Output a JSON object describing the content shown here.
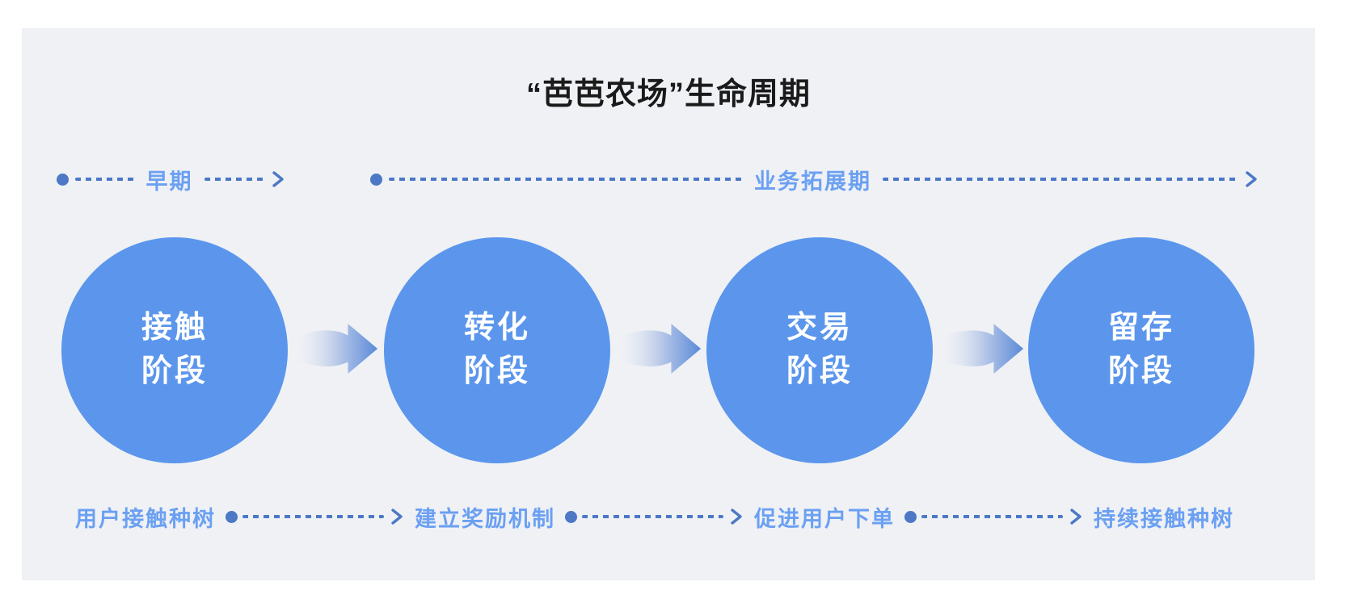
{
  "title": "“芭芭农场”生命周期",
  "colors": {
    "card_bg": "#EFF1F5",
    "circle_fill": "#5B96EC",
    "connector_blue": "#4C78C6",
    "label_blue": "#6BA0F2",
    "title_color": "#1A1A1A",
    "flow_arrow_end": "#5B8AD8",
    "circle_text": "#FFFFFF"
  },
  "top_timeline": {
    "phases": [
      {
        "label": "早期"
      },
      {
        "label": "业务拓展期"
      }
    ]
  },
  "stages": [
    {
      "line1": "接触",
      "line2": "阶段",
      "bottom_label": "用户接触种树"
    },
    {
      "line1": "转化",
      "line2": "阶段",
      "bottom_label": "建立奖励机制"
    },
    {
      "line1": "交易",
      "line2": "阶段",
      "bottom_label": "促进用户下单"
    },
    {
      "line1": "留存",
      "line2": "阶段",
      "bottom_label": "持续接触种树"
    }
  ]
}
